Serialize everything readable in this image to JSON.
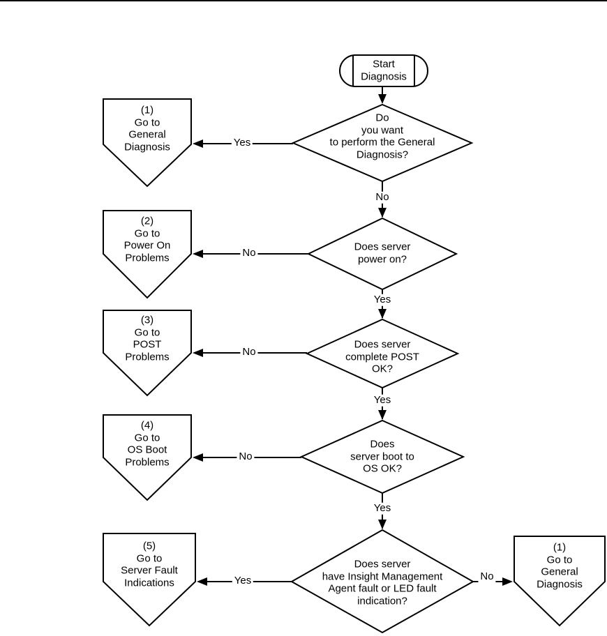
{
  "flowchart": {
    "terminator": {
      "start": "Start\nDiagnosis"
    },
    "decisions": {
      "general": "Do\nyou want\nto perform the General\nDiagnosis?",
      "power_on": "Does server\npower on?",
      "post": "Does server\ncomplete POST\nOK?",
      "os_boot": "Does\nserver boot to\nOS OK?",
      "fault_indication": "Does server\nhave Insight Management\nAgent fault or LED fault\nindication?"
    },
    "offpage": {
      "general_diagnosis_left": "(1)\nGo to\nGeneral\nDiagnosis",
      "power_on_problems": "(2)\nGo to\nPower On\nProblems",
      "post_problems": "(3)\nGo to\nPOST\nProblems",
      "os_boot_problems": "(4)\nGo to\nOS Boot\nProblems",
      "server_fault_indications": "(5)\nGo to\nServer Fault\nIndications",
      "general_diagnosis_right": "(1)\nGo to\nGeneral\nDiagnosis"
    },
    "edges": {
      "d1_yes": "Yes",
      "d1_no": "No",
      "d2_no": "No",
      "d2_yes": "Yes",
      "d3_no": "No",
      "d3_yes": "Yes",
      "d4_no": "No",
      "d4_yes": "Yes",
      "d5_yes": "Yes",
      "d5_no": "No"
    },
    "colors": {
      "line": "#000000",
      "fill": "#ffffff"
    }
  }
}
